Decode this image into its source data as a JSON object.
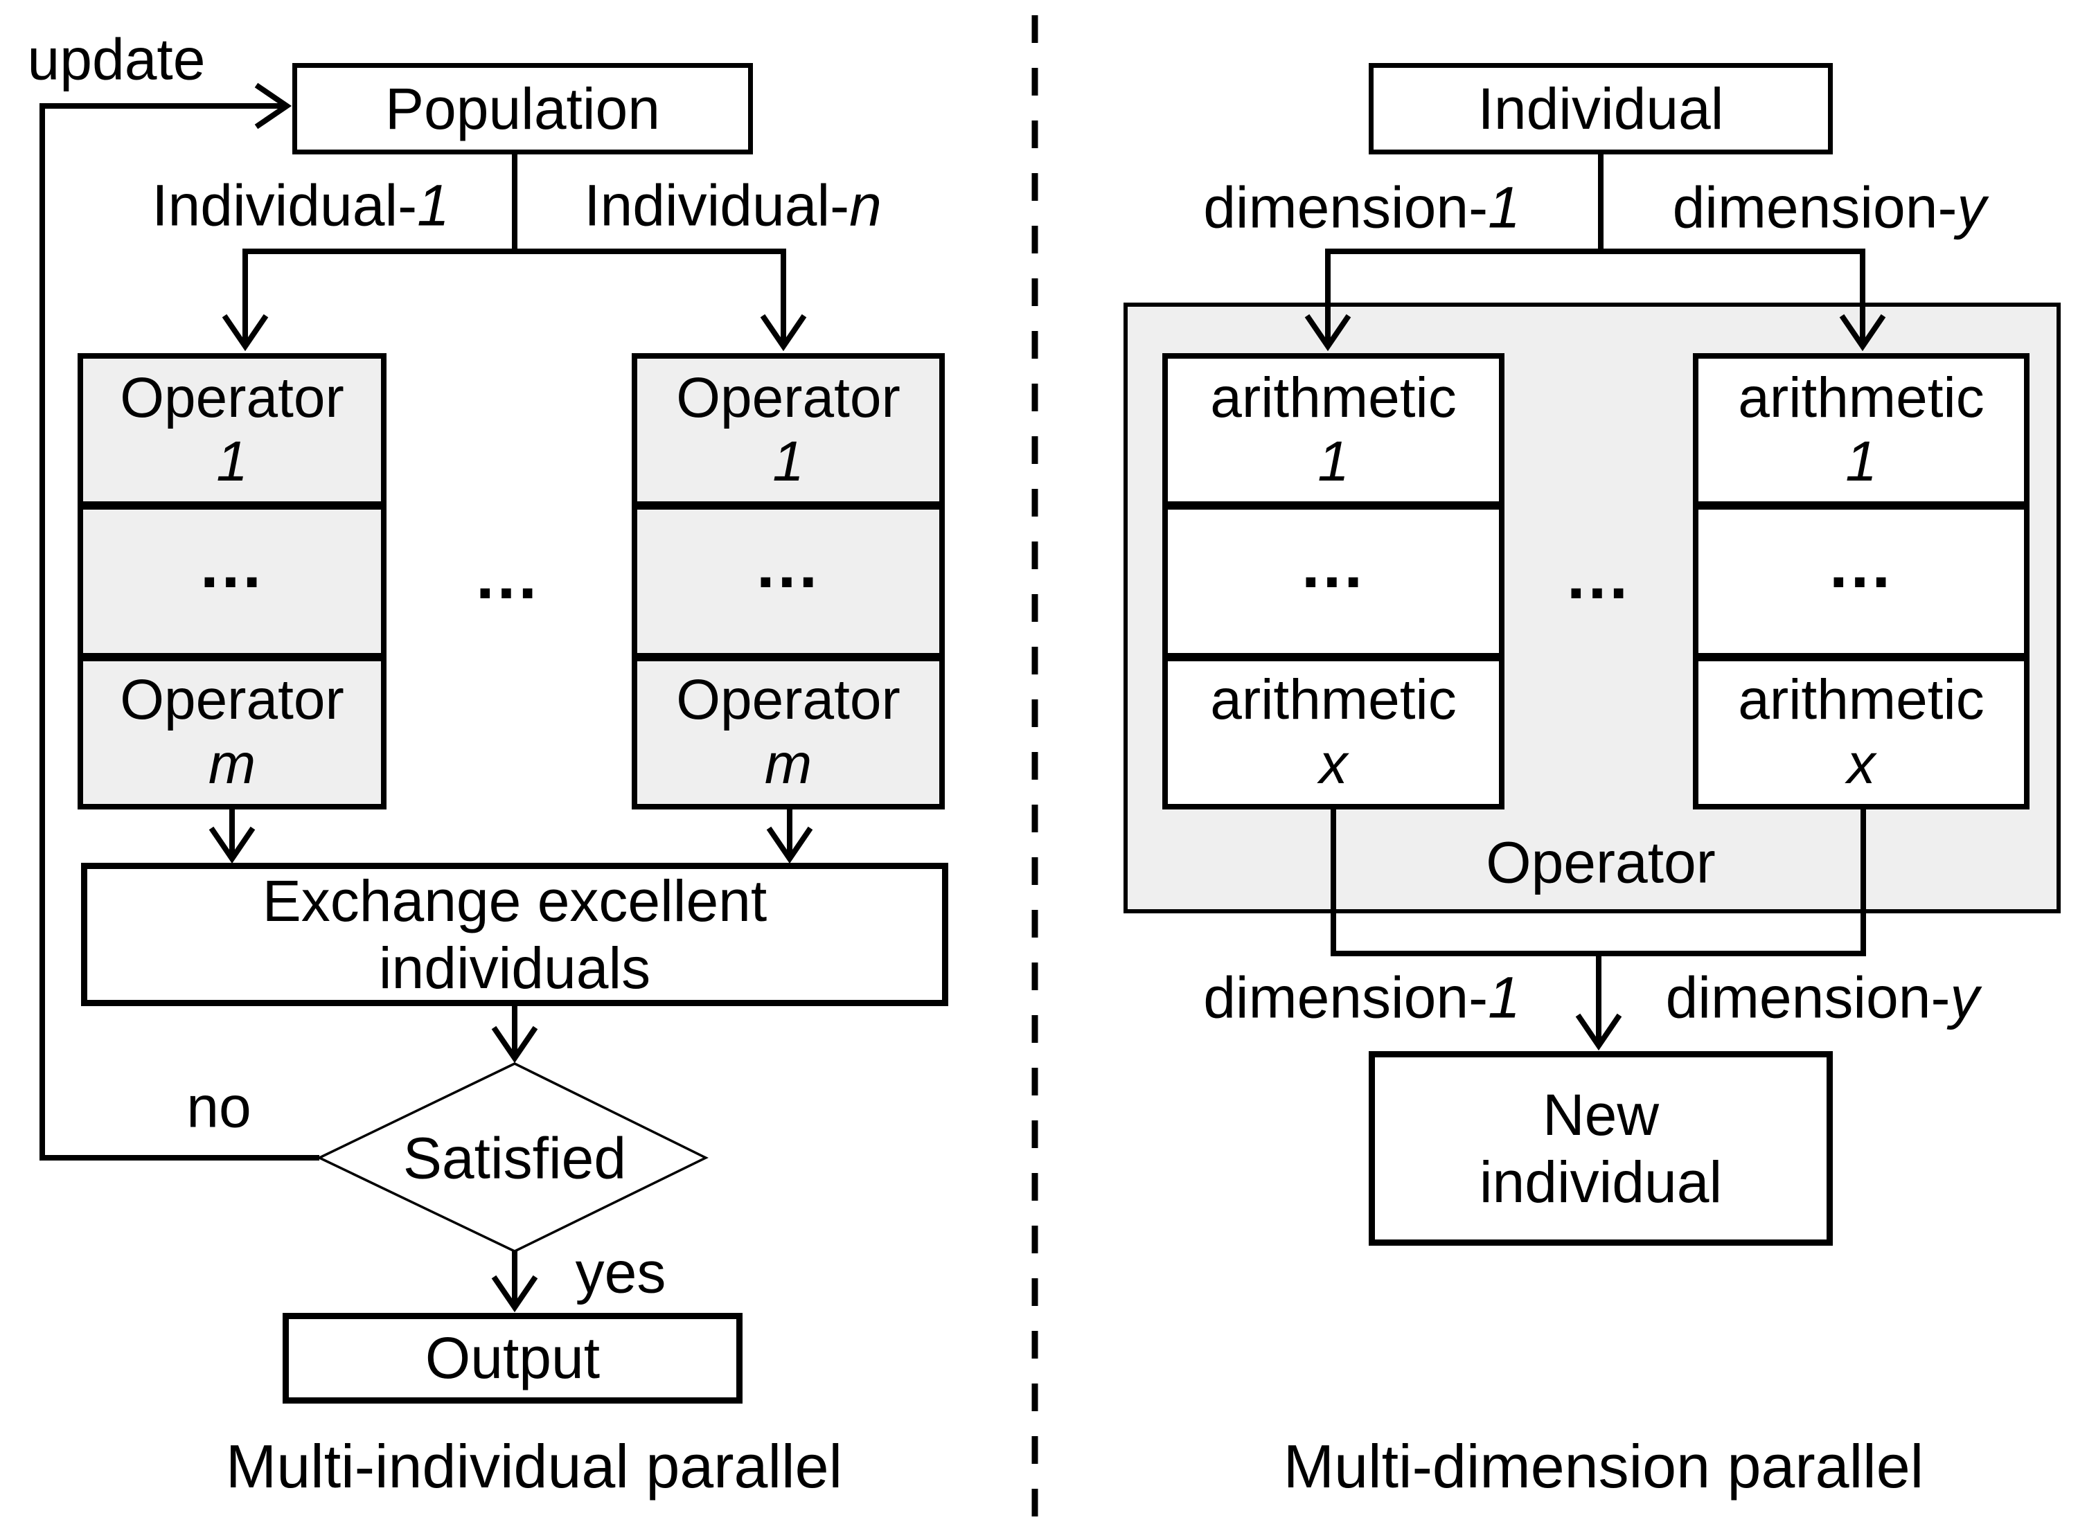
{
  "colors": {
    "background": "#ffffff",
    "line": "#000000",
    "gray_fill": "#efefef",
    "white_fill": "#ffffff"
  },
  "left_panel": {
    "update_label": "update",
    "population_box": "Population",
    "individual_1_label": {
      "prefix": "Individual-",
      "italic": "1"
    },
    "individual_n_label": {
      "prefix": "Individual-",
      "italic": "n"
    },
    "operator_column": {
      "line1": "Operator",
      "first_index": "1",
      "dots": "...",
      "last_index": "m"
    },
    "between_columns_dots": "...",
    "exchange_box": {
      "line1": "Exchange excellent",
      "line2": "individuals"
    },
    "no_label": "no",
    "satisfied_diamond": "Satisfied",
    "yes_label": "yes",
    "output_box": "Output",
    "caption": "Multi-individual parallel"
  },
  "right_panel": {
    "individual_box": "Individual",
    "dimension_1_top": {
      "prefix": "dimension-",
      "italic": "1"
    },
    "dimension_y_top": {
      "prefix": "dimension-",
      "italic": "y"
    },
    "arithmetic_column": {
      "line1": "arithmetic",
      "first_index": "1",
      "dots": "...",
      "last_index": "x"
    },
    "between_columns_dots": "...",
    "operator_container_label": "Operator",
    "dimension_1_bottom": {
      "prefix": "dimension-",
      "italic": "1"
    },
    "dimension_y_bottom": {
      "prefix": "dimension-",
      "italic": "y"
    },
    "new_individual_box": {
      "line1": "New",
      "line2": "individual"
    },
    "caption": "Multi-dimension parallel"
  }
}
